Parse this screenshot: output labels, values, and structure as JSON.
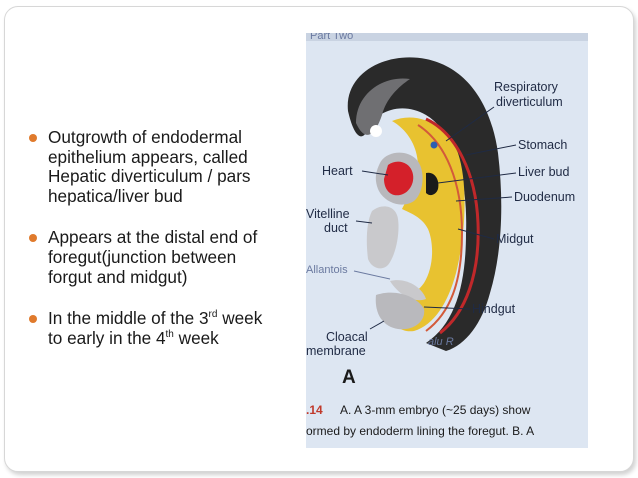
{
  "bullets": [
    {
      "text": "Outgrowth of endodermal epithelium appears, called Hepatic diverticulum / pars hepatica/liver bud"
    },
    {
      "text": "Appears at the distal end of foregut(junction between forgut and midgut)"
    },
    {
      "text_a": "In the middle of the 3",
      "sup_a": "rd",
      "text_b": " week to early in the 4",
      "sup_b": "th",
      "text_c": " week"
    }
  ],
  "figure": {
    "top_label": "Part Two",
    "labels": {
      "respiratory_1": "Respiratory",
      "respiratory_2": "diverticulum",
      "stomach": "Stomach",
      "heart": "Heart",
      "liver_bud": "Liver bud",
      "duodenum": "Duodenum",
      "vitelline_1": "Vitelline",
      "vitelline_2": "duct",
      "midgut": "Midgut",
      "allantois": "Allantois",
      "hindgut": "Hindgut",
      "cloacal_1": "Cloacal",
      "cloacal_2": "membrane",
      "panel": "A",
      "signature": "alu R"
    },
    "caption": {
      "number": ".14",
      "line1": "A. A 3-mm embryo (~25 days) show",
      "line2": "ormed by endoderm lining the foregut. B. A"
    },
    "colors": {
      "embryo_dark": "#2a2a2a",
      "endoderm": "#e8c230",
      "heart": "#d4202a",
      "background": "#dde6f2"
    }
  }
}
